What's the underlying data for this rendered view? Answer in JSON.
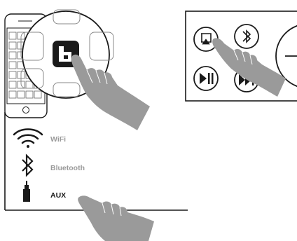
{
  "sources": {
    "wifi_label": "WiFi",
    "bluetooth_label": "Bluetooth",
    "aux_label": "AUX"
  },
  "icons": {
    "wifi": "wifi-icon",
    "bluetooth": "bluetooth-icon",
    "aux": "aux-plug-icon",
    "app": "app-logo-icon",
    "airplay": "airplay-icon",
    "play_pause": "play-pause-icon",
    "skip": "skip-forward-icon",
    "hand": "pointing-hand-icon"
  },
  "colors": {
    "line": "#1a1a1a",
    "hand": "#9a9a9a",
    "label_inactive": "#9a9a9a",
    "label_active": "#1a1a1a",
    "app_tile": "#1a1a1a",
    "screen_grid": "#666666"
  },
  "state": {
    "selected_source": "AUX"
  }
}
